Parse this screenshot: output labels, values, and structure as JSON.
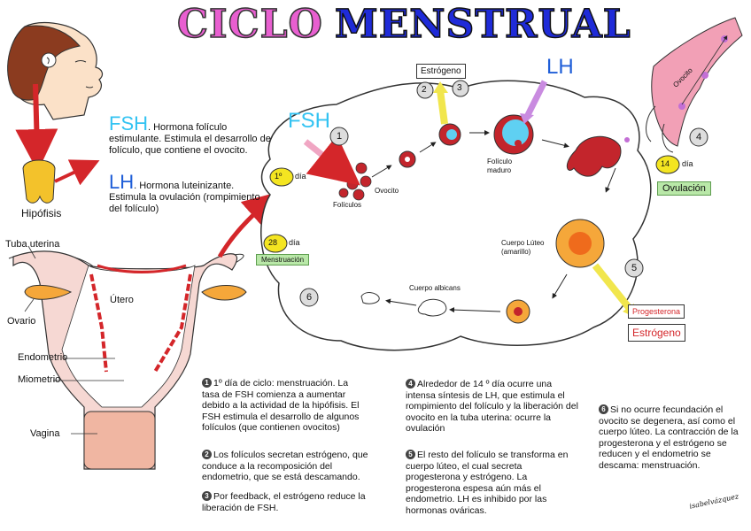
{
  "title": {
    "word1": "CICLO",
    "word2": "MENSTRUAL"
  },
  "colors": {
    "pink": "#e85fd0",
    "blue": "#1f2bd8",
    "fsh": "#33c3f2",
    "lh": "#1f5ed8",
    "red": "#d4262a",
    "green_tag": "#b9e8a8",
    "yellow": "#f4e521",
    "yellow_arrow": "#f1e64d"
  },
  "hormones": {
    "fsh_abbr": "FSH",
    "fsh_desc": ". Hormona folículo estimulante. Estimula el desarrollo de folículo, que contiene el ovocito.",
    "lh_abbr": "LH",
    "lh_desc": ". Hormona luteinizante. Estimula la ovulación (rompimiento del folículo)"
  },
  "labels": {
    "hipofisis": "Hipófisis",
    "tuba_uterina": "Tuba uterina",
    "ovario": "Ovario",
    "utero": "Útero",
    "endometrio": "Endometrio",
    "miometrio": "Miometrio",
    "vagina": "Vagina",
    "folliculos": "Folículos",
    "ovocito": "Ovocito",
    "foliculo_maduro": "Folículo maduro",
    "cuerpo_luteo": "Cuerpo Lúteo (amarillo)",
    "cuerpo_albicans": "Cuerpo albicans",
    "estrogeno_top": "Estrógeno",
    "progesterona": "Progesterona",
    "estrogeno_bottom": "Estrógeno",
    "lh_big": "LH",
    "fsh_big": "FSH",
    "ovocito_tube": "Ovocito",
    "ovulacion": "Ovulación",
    "menstruacion": "Menstruación",
    "dia1_num": "1º",
    "dia28_num": "28",
    "dia14_num": "14",
    "dia_word": "día",
    "step1": "1",
    "step2": "2",
    "step3": "3",
    "step4": "4",
    "step5": "5",
    "step6": "6"
  },
  "paragraphs": {
    "p1": "1º día de ciclo: menstruación. La tasa de FSH comienza a aumentar debido a la actividad de la hipófisis. El FSH estimula el desarrollo de algunos folículos (que contienen ovocitos)",
    "p2": "Los folículos secretan estrógeno, que conduce a la recomposición del endometrio, que se está descamando.",
    "p3": "Por feedback, el estrógeno reduce la liberación de FSH.",
    "p4": "Alrededor de 14 º día ocurre una intensa síntesis de LH, que estimula el rompimiento del folículo y la liberación del ovocito en la tuba uterina: ocurre la ovulación",
    "p5": "El resto del folículo se transforma en cuerpo lúteo, el cual secreta progesterona y estrógeno. La progesterona espesa aún más el endometrio. LH es inhibido por las hormonas ováricas.",
    "p6": "Si no ocurre fecundación el ovocito se degenera, así como el cuerpo lúteo. La contracción de la progesterona y el estrógeno se reducen y el endometrio se descama: menstruación.",
    "n1": "1",
    "n2": "2",
    "n3": "3",
    "n4": "4",
    "n5": "5",
    "n6": "6"
  },
  "signature": "isabelvázquez"
}
